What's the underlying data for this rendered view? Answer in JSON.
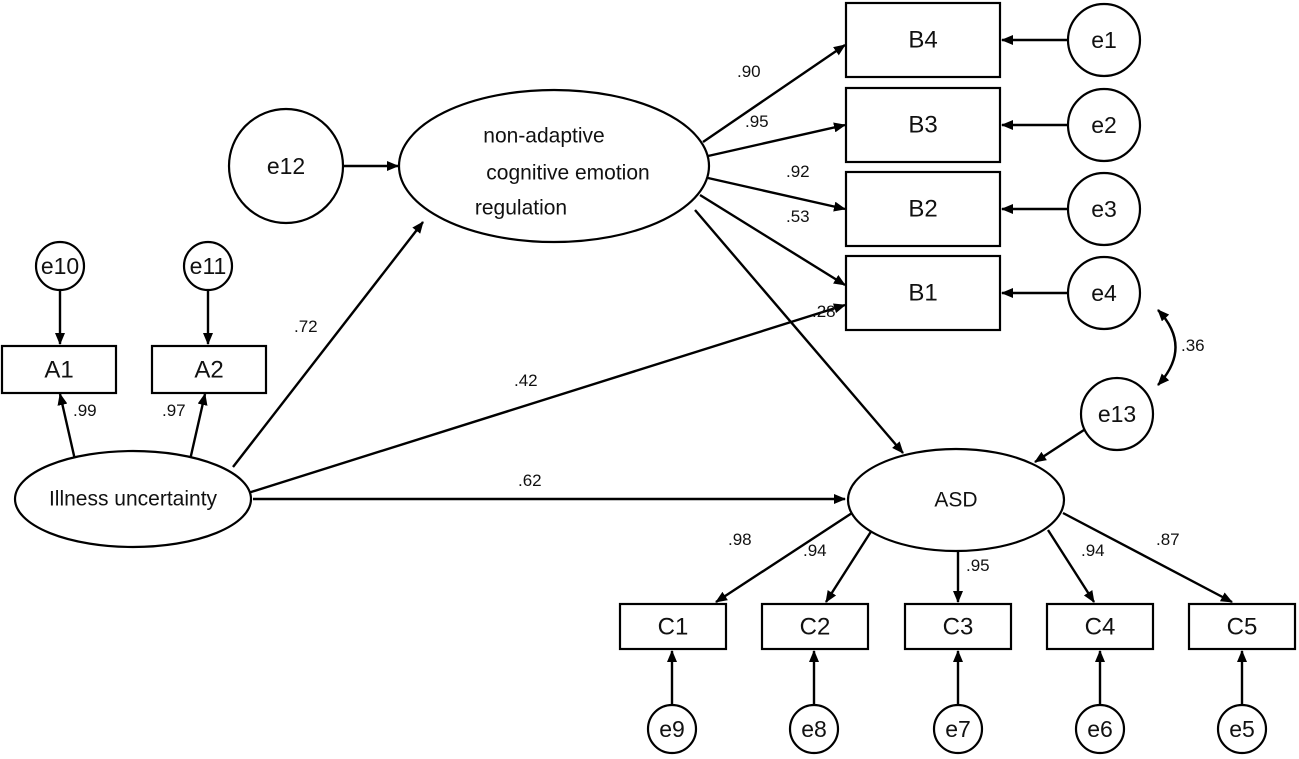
{
  "latents": {
    "illness": "Illness uncertainty",
    "nacer_1": "non-adaptive",
    "nacer_2": "cognitive emotion",
    "nacer_3": "regulation",
    "asd": "ASD"
  },
  "indicators": {
    "a1": "A1",
    "a2": "A2",
    "b1": "B1",
    "b2": "B2",
    "b3": "B3",
    "b4": "B4",
    "c1": "C1",
    "c2": "C2",
    "c3": "C3",
    "c4": "C4",
    "c5": "C5"
  },
  "errors": {
    "e1": "e1",
    "e2": "e2",
    "e3": "e3",
    "e4": "e4",
    "e5": "e5",
    "e6": "e6",
    "e7": "e7",
    "e8": "e8",
    "e9": "e9",
    "e10": "e10",
    "e11": "e11",
    "e12": "e12",
    "e13": "e13"
  },
  "coefficients": {
    "illness_a1": ".99",
    "illness_a2": ".97",
    "illness_nacer": ".72",
    "illness_b1": ".42",
    "illness_asd": ".62",
    "nacer_b4": ".90",
    "nacer_b3": ".95",
    "nacer_b2": ".92",
    "nacer_b1": ".53",
    "b1_hidden": ".28",
    "e4_e13": ".36",
    "asd_c1": ".98",
    "asd_c2": ".94",
    "asd_c3": ".95",
    "asd_c4": ".94",
    "asd_c5": ".87"
  }
}
